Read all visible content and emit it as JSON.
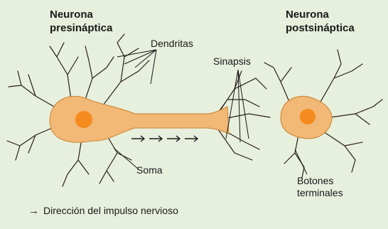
{
  "diagram": {
    "colors": {
      "background": "#e7efdd",
      "neuron_fill": "#f2b876",
      "neuron_outline": "#c9832d",
      "nucleus": "#f58a1e",
      "branch": "#2a2015",
      "text": "#1a1a1a"
    },
    "labels": {
      "presynaptic": [
        "Neurona",
        "presináptica"
      ],
      "postsynaptic": [
        "Neurona",
        "postsináptica"
      ],
      "dendrites": "Dendritas",
      "synapse": "Sinapsis",
      "soma": "Soma",
      "terminal_buttons": [
        "Botones",
        "terminales"
      ]
    },
    "legend": {
      "symbol": "→",
      "text": "Dirección del impulso nervioso"
    },
    "impulse_arrow_count": 4
  }
}
